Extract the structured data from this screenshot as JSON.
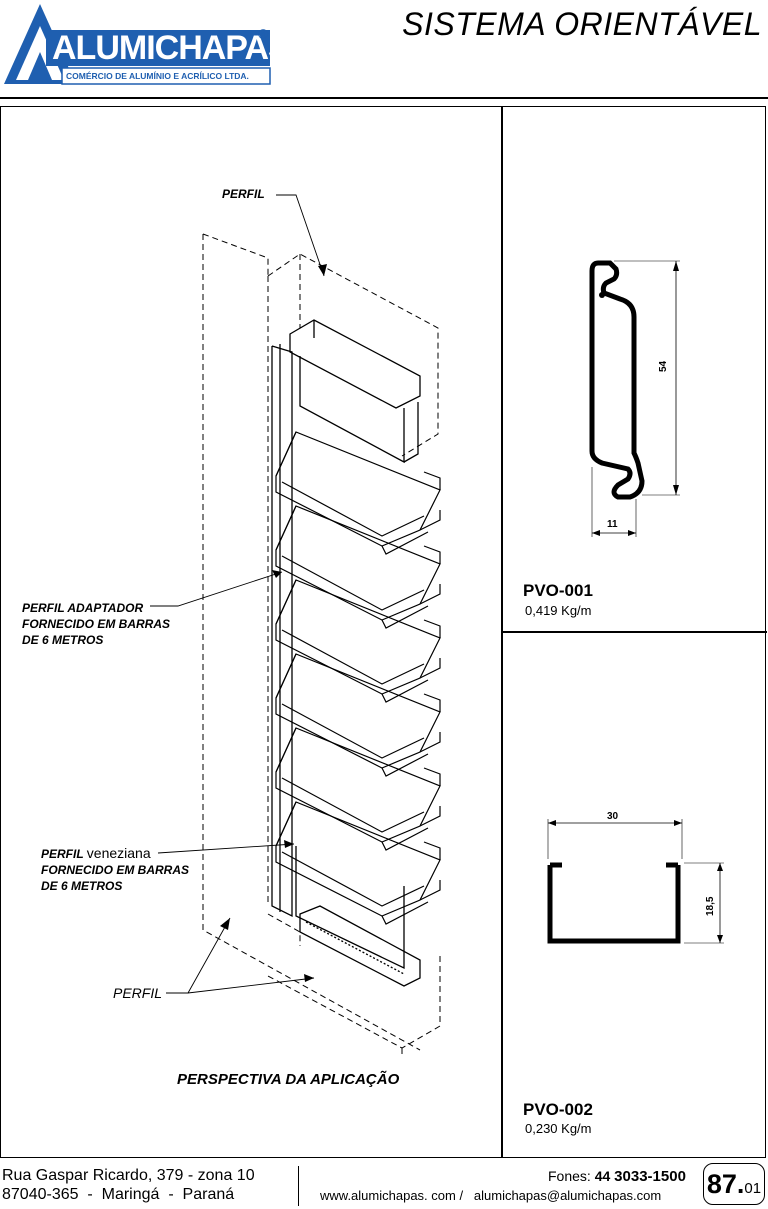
{
  "header": {
    "logo_word": "ALUMICHAPAS",
    "logo_reg": "®",
    "logo_tagline": "COMÉRCIO DE ALUMÍNIO E ACRÍLICO LTDA.",
    "title": "SISTEMA ORIENTÁVEL"
  },
  "drawing": {
    "label_perfil_top": "PERFIL",
    "label_adaptador_1": "PERFIL ADAPTADOR",
    "label_adaptador_2": "FORNECIDO EM BARRAS",
    "label_adaptador_3": "DE 6 METROS",
    "label_veneziana_prefix": "PERFIL",
    "label_veneziana_word": "veneziana",
    "label_veneziana_2": "FORNECIDO EM BARRAS",
    "label_veneziana_3": "DE 6 METROS",
    "label_perfil_bottom": "PERFIL",
    "caption": "PERSPECTIVA DA APLICAÇÃO"
  },
  "profiles": [
    {
      "code": "PVO-001",
      "weight": "0,419 Kg/m",
      "dim_height": "54",
      "dim_width": "11"
    },
    {
      "code": "PVO-002",
      "weight": "0,230 Kg/m",
      "dim_width": "30",
      "dim_height": "18,5"
    }
  ],
  "footer": {
    "address_line1": "Rua Gaspar Ricardo, 379 - zona 10",
    "address_line2": "87040-365  -  Maringá  -  Paraná",
    "phone_label": "Fones:",
    "phone_ddd": "44",
    "phone_number": "3033-1500",
    "web_email": "www.alumichapas. com /   alumichapas@alumichapas.com",
    "page_major": "87.",
    "page_minor": "01"
  },
  "colors": {
    "brand_blue": "#1f5fb0",
    "ink": "#000000"
  }
}
